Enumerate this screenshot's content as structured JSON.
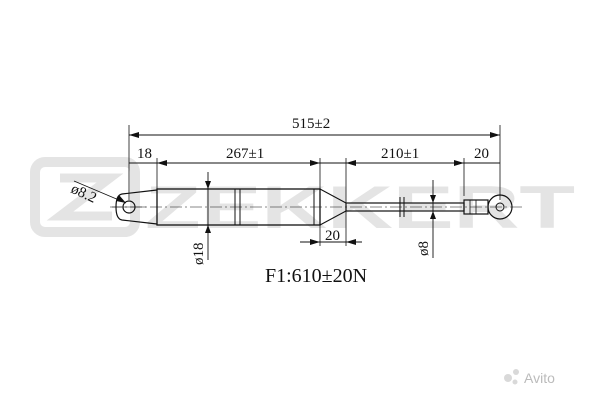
{
  "watermark": {
    "brand": "ZEKKERT",
    "corner_badge": "Avito"
  },
  "dimensions": {
    "overall_length": "515±2",
    "left_end": "18",
    "body_length": "267±1",
    "rod_length": "210±1",
    "right_end": "20",
    "eye_hole": "ø8.2",
    "body_diameter": "ø18",
    "body_tail": "20",
    "rod_diameter": "ø8"
  },
  "force_spec": "F1:610±20N",
  "colors": {
    "line": "#111111",
    "watermark": "#e4e4e4"
  }
}
